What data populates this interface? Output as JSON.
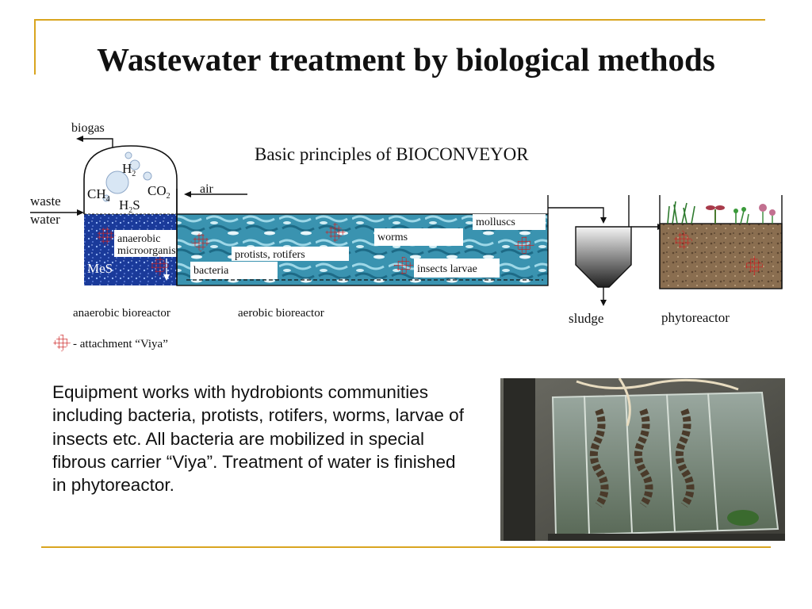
{
  "slide": {
    "title": "Wastewater treatment by biological methods",
    "body": "Equipment works with hydrobionts communities including bacteria, protists, rotifers, worms, larvae of insects etc. All bacteria are mobilized in special fibrous carrier “Viya”. Treatment of water is finished in phytoreactor.",
    "accent_color": "#d9a520"
  },
  "diagram": {
    "heading": "Basic principles of BIOCONVEYOR",
    "labels": {
      "biogas": "biogas",
      "h2": "H",
      "h2_sub": "2",
      "ch4": "CH",
      "ch4_sub": "4",
      "co2": "CO",
      "co2_sub": "2",
      "h2s": "H",
      "h2s_sub": "2",
      "h2s_s": "S",
      "waste": "waste",
      "water": "water",
      "air": "air",
      "anaerobic_1": "anaerobic",
      "anaerobic_2": "microorganisms",
      "mes": "MeS",
      "protists": "protists, rotifers",
      "bacteria": "bacteria",
      "worms": "worms",
      "molluscs": "molluscs",
      "insects": "insects larvae",
      "anaerobic_reactor": "anaerobic bioreactor",
      "aerobic_reactor": "aerobic bioreactor",
      "sludge": "sludge",
      "phytoreactor": "phytoreactor",
      "legend": "- attachment “Viya”"
    },
    "colors": {
      "anaerobic_water": "#1a3a9a",
      "aerobic_water": "#3a93b0",
      "soil": "#8a6e50",
      "viya": "#cc2222"
    }
  },
  "photo": {
    "description_icon": "aquarium-photo"
  }
}
